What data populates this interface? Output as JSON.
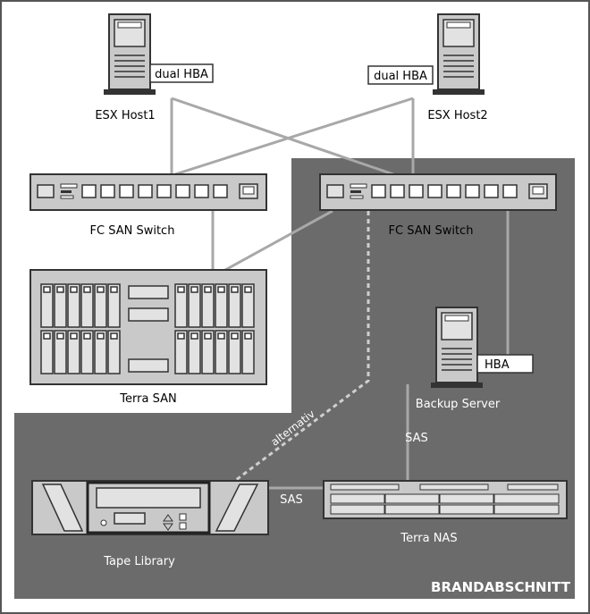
{
  "zone": {
    "label": "BRANDABSCHNITT",
    "fill": "#6b6b6b"
  },
  "colors": {
    "device_fill": "#c9c9c9",
    "device_stroke": "#333333",
    "line": "#a8a8a8",
    "zone_text": "#ffffff",
    "frame": "#555555"
  },
  "nodes": {
    "esx_host1": {
      "label": "ESX Host1",
      "hba_label": "dual HBA",
      "icon": "server-tower"
    },
    "esx_host2": {
      "label": "ESX Host2",
      "hba_label": "dual HBA",
      "icon": "server-tower"
    },
    "fc_switch_left": {
      "label": "FC SAN Switch",
      "icon": "network-switch"
    },
    "fc_switch_right": {
      "label": "FC SAN Switch",
      "icon": "network-switch"
    },
    "terra_san": {
      "label": "Terra SAN",
      "icon": "storage-array"
    },
    "backup_server": {
      "label": "Backup Server",
      "hba_label": "HBA",
      "icon": "server-tower"
    },
    "terra_nas": {
      "label": "Terra NAS",
      "icon": "nas-rack"
    },
    "tape_library": {
      "label": "Tape Library",
      "icon": "tape-library"
    }
  },
  "edge_labels": {
    "backup_to_nas": "SAS",
    "tape_to_nas": "SAS",
    "alternative": "alternativ"
  }
}
